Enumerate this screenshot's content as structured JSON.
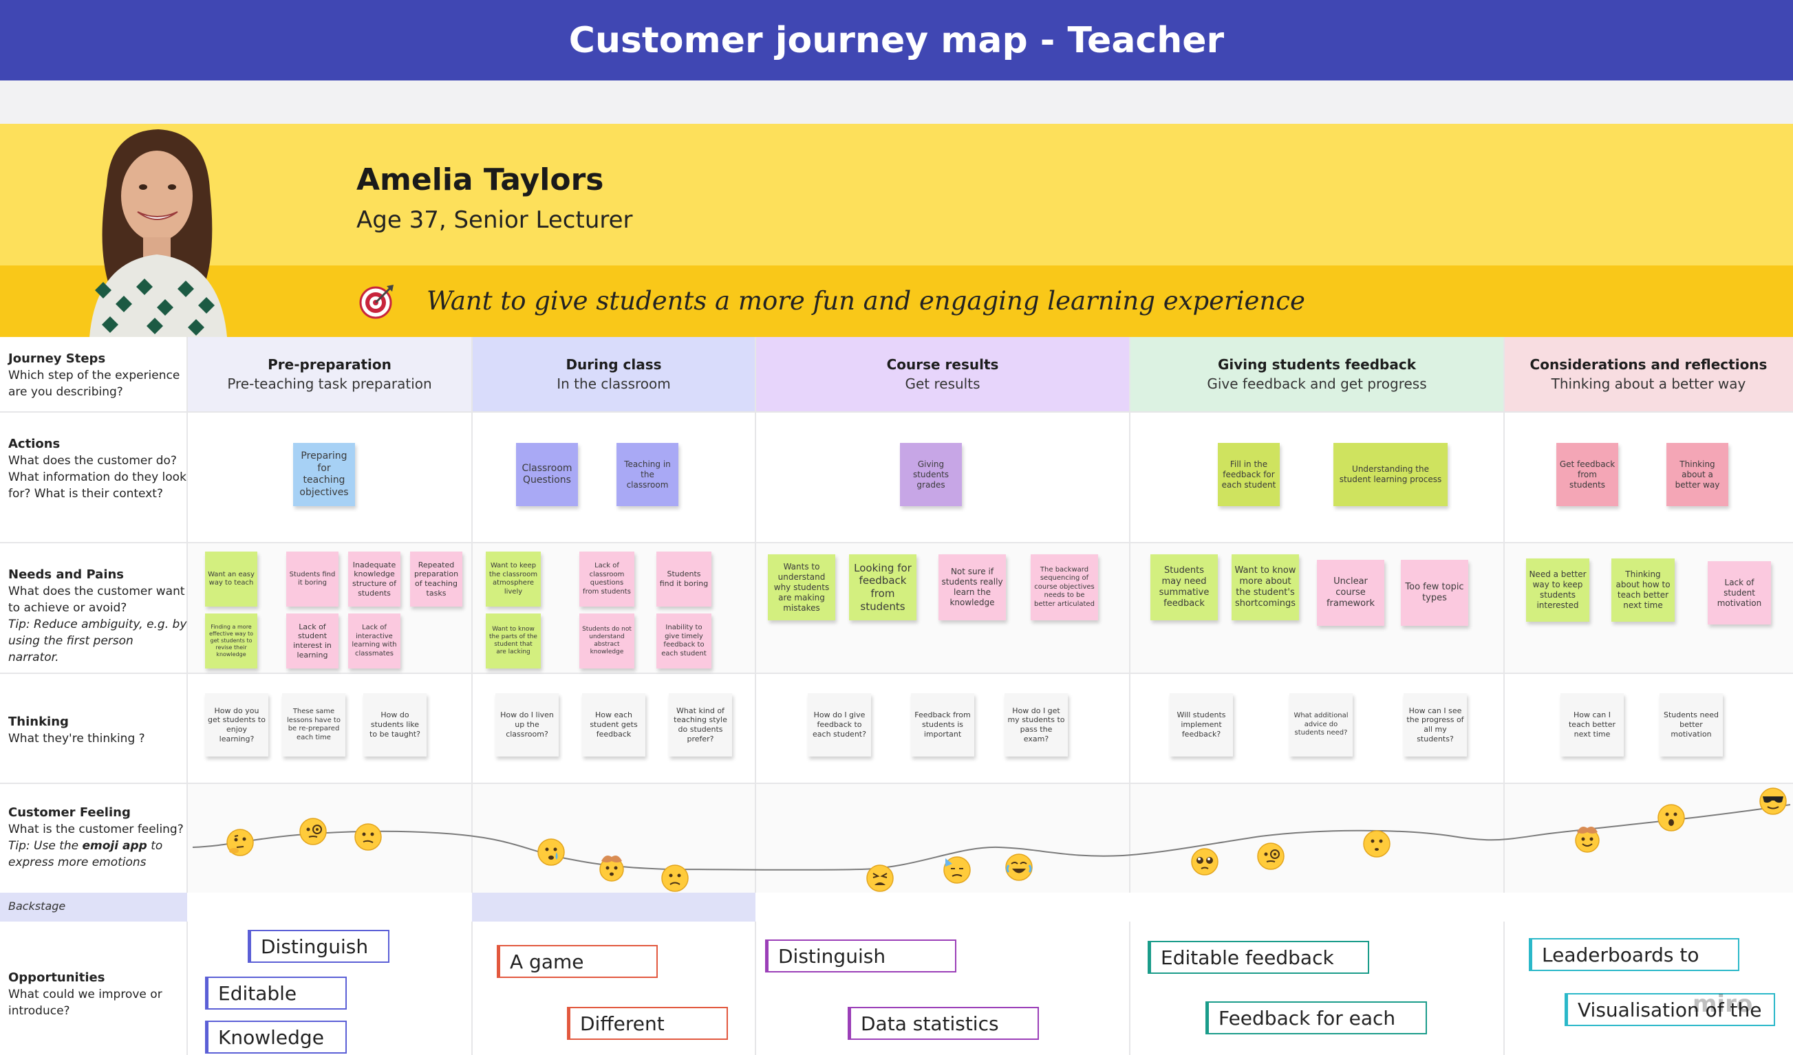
{
  "header": {
    "title": "Customer journey map - Teacher"
  },
  "persona": {
    "name": "Amelia Taylors",
    "role": "Age 37, Senior Lecturer",
    "goal": "Want to give students a more fun and engaging learning experience"
  },
  "row_labels": {
    "steps": {
      "title": "Journey Steps",
      "desc": "Which step of the experience are you describing?"
    },
    "actions": {
      "title": "Actions",
      "desc": "What does the customer do? What information do they look for? What is their context?"
    },
    "needs": {
      "title": "Needs and Pains",
      "desc": "What does the customer want to achieve or avoid?",
      "tip": "Tip: Reduce ambiguity, e.g. by using the first person narrator."
    },
    "thinking": {
      "title": "Thinking",
      "desc": "What they're thinking ?"
    },
    "feeling": {
      "title": "Customer Feeling",
      "desc": "What is the customer feeling?",
      "tip_prefix": "Tip: Use the ",
      "tip_bold": "emoji app",
      "tip_suffix": " to express more emotions"
    },
    "backstage": "Backstage",
    "opportunities": {
      "title": "Opportunities",
      "desc": "What could we improve or introduce?"
    }
  },
  "steps": [
    {
      "title": "Pre-preparation",
      "subtitle": "Pre-teaching task preparation",
      "color": "#eeeef9"
    },
    {
      "title": "During class",
      "subtitle": "In the classroom",
      "color": "#d9dcfb"
    },
    {
      "title": "Course results",
      "subtitle": "Get results",
      "color": "#e7d5fb"
    },
    {
      "title": "Giving students feedback",
      "subtitle": "Give feedback and get progress",
      "color": "#dcf2e2"
    },
    {
      "title": "Considerations and reflections",
      "subtitle": "Thinking about a better way",
      "color": "#f8dde1"
    }
  ],
  "actions": [
    "Preparing for teaching objectives",
    "Classroom Questions",
    "Teaching in the classroom",
    "Giving students grades",
    "Fill in the feedback for each student",
    "Understanding the student learning process",
    "Get feedback from students",
    "Thinking about a better way"
  ],
  "needs": [
    "Want an easy way to teach",
    "Students find it boring",
    "Inadequate knowledge structure of students",
    "Repeated preparation of teaching tasks",
    "Finding a more effective way to get students to revise their knowledge",
    "Lack of student interest in learning",
    "Lack of interactive learning with classmates",
    "Want to keep the classroom atmosphere lively",
    "Lack of classroom questions from students",
    "Students find it boring",
    "Want to know the parts of the student that are lacking",
    "Students do not understand abstract knowledge",
    "Inability to give timely feedback to each student",
    "Wants to understand why students are making mistakes",
    "Looking for feedback from students",
    "Not sure if students really learn the knowledge",
    "The backward sequencing of course objectives needs to be better articulated",
    "Students may need summative feedback",
    "Want to know more about the student's shortcomings",
    "Unclear course framework",
    "Too few topic types",
    "Need a better way to keep students interested",
    "Thinking about how to teach better next time",
    "Lack of student motivation"
  ],
  "thinking": [
    "How do you get students to enjoy learning?",
    "These same lessons have to be re-prepared each time",
    "How do students like to be taught?",
    "How do I liven up the classroom?",
    "How each student gets feedback",
    "What kind of teaching style do students prefer?",
    "How do I give feedback to each student?",
    "Feedback from students is important",
    "How do I get my students to pass the exam?",
    "Will students implement feedback?",
    "What additional advice do students need?",
    "How can I see the progress of all my students?",
    "How can I teach better next time",
    "Students need better motivation"
  ],
  "feelings": [
    "thinking-face",
    "monocle-face",
    "pondering-face",
    "crying-face",
    "exploding-head",
    "frowning-face",
    "tired-face",
    "downcast-sweat-face",
    "tears-of-joy-face",
    "pleading-face",
    "monocle-face",
    "frowning-face",
    "exploding-head",
    "astonished-face",
    "sunglasses-face"
  ],
  "opportunities": [
    {
      "label": "Distinguish",
      "color": "#5b5fd6"
    },
    {
      "label": "Editable",
      "color": "#5b5fd6"
    },
    {
      "label": "Knowledge",
      "color": "#5b5fd6"
    },
    {
      "label": "A game",
      "color": "#e2583e"
    },
    {
      "label": "Different",
      "color": "#e2583e"
    },
    {
      "label": "Distinguish",
      "color": "#9b3fb8"
    },
    {
      "label": "Data statistics",
      "color": "#9b3fb8"
    },
    {
      "label": "Editable feedback",
      "color": "#1a9c8a"
    },
    {
      "label": "Feedback for each",
      "color": "#1a9c8a"
    },
    {
      "label": "Leaderboards to",
      "color": "#2bb8c9"
    },
    {
      "label": "Visualisation of the",
      "color": "#2bb8c9"
    }
  ],
  "watermark": "miro"
}
